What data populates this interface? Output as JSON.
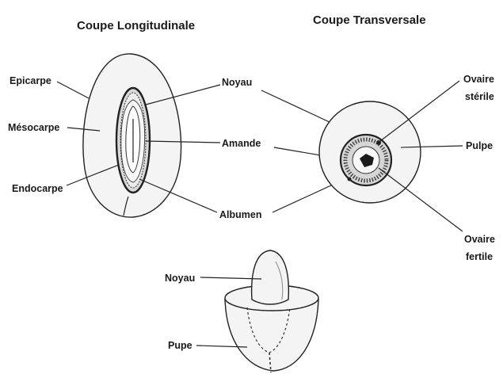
{
  "titles": {
    "longitudinal": "Coupe Longitudinale",
    "transverse": "Coupe Transversale"
  },
  "labels": {
    "epicarpe": "Epicarpe",
    "mesocarpe": "Mésocarpe",
    "endocarpe": "Endocarpe",
    "noyau": "Noyau",
    "amande": "Amande",
    "albumen": "Albumen",
    "ovaire_sterile_1": "Ovaire",
    "ovaire_sterile_2": "stérile",
    "pulpe": "Pulpe",
    "ovaire_fertile_1": "Ovaire",
    "ovaire_fertile_2": "fertile",
    "noyau_bottom": "Noyau",
    "pupe": "Pupe"
  }
}
